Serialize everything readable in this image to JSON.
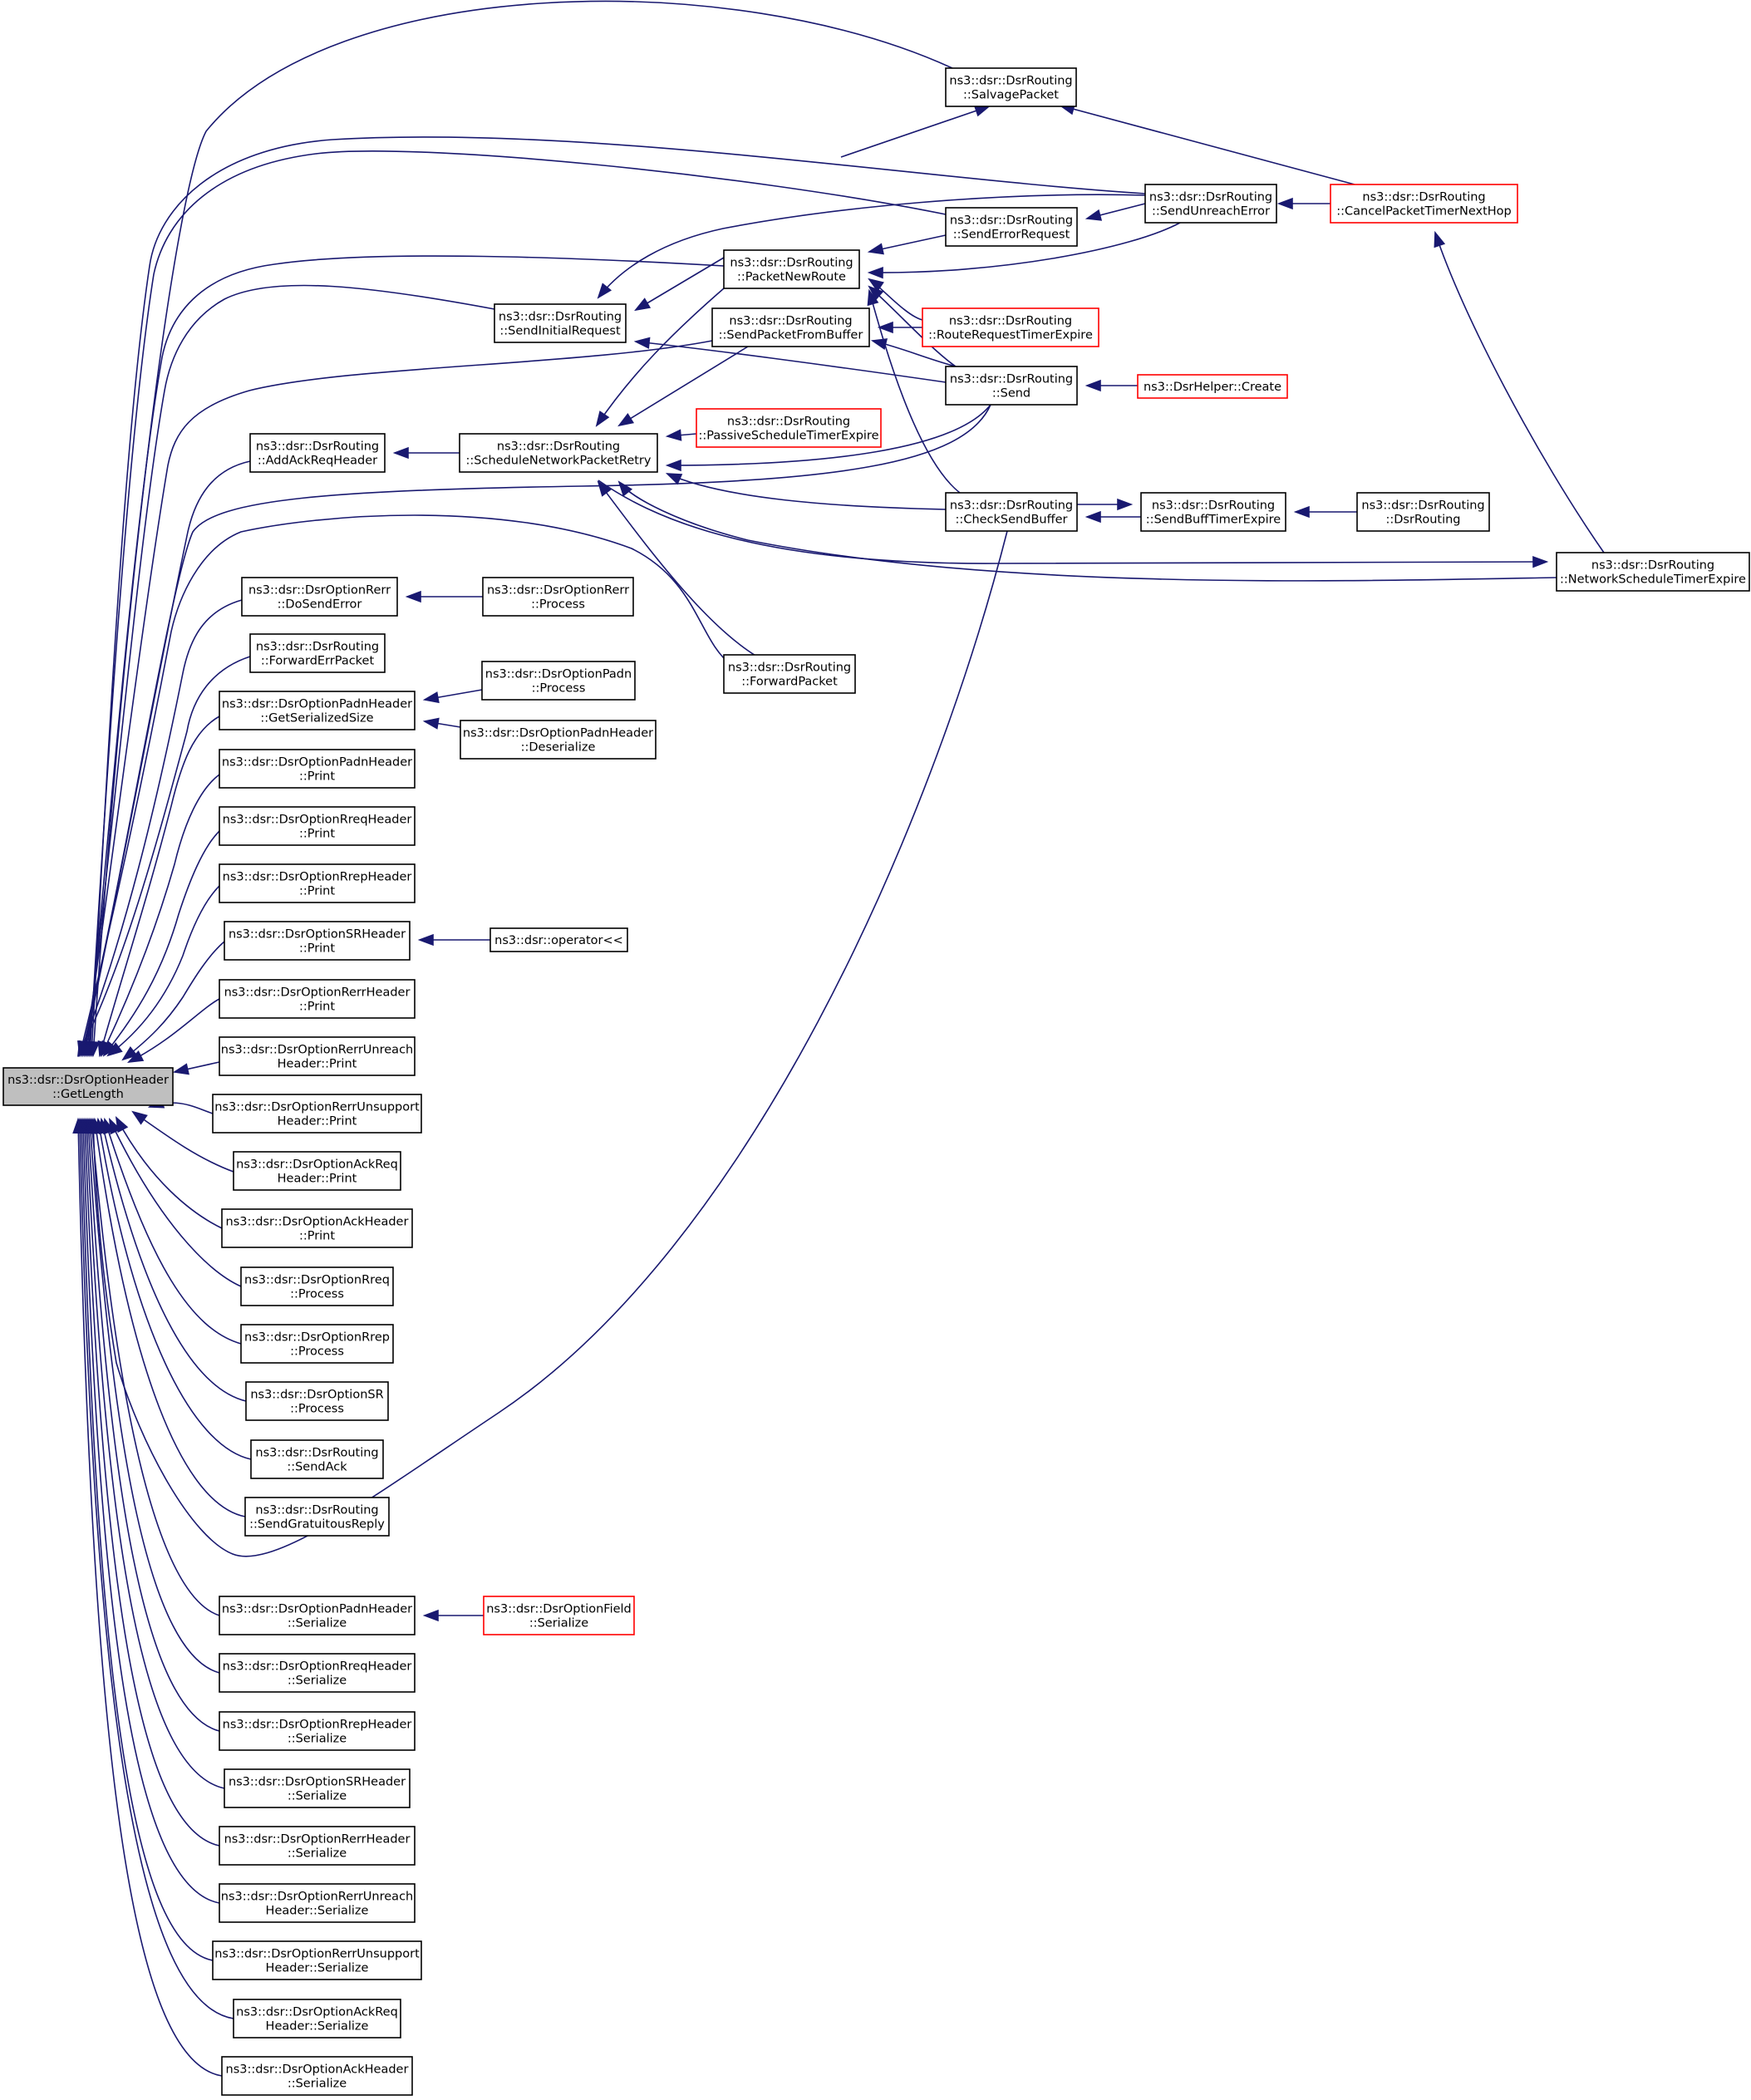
{
  "graph": {
    "title": "",
    "colors": {
      "edge": "#191970",
      "node_border": "#000000",
      "node_border_link": "#ff0000",
      "root_fill": "#bfbfbf"
    },
    "nodes": [
      {
        "id": "root",
        "lines": [
          "ns3::dsr::DsrOptionHeader",
          "::GetLength"
        ],
        "style": "root"
      },
      {
        "id": "salvage",
        "lines": [
          "ns3::dsr::DsrRouting",
          "::SalvagePacket"
        ]
      },
      {
        "id": "unreach",
        "lines": [
          "ns3::dsr::DsrRouting",
          "::SendUnreachError"
        ]
      },
      {
        "id": "cancel",
        "lines": [
          "ns3::dsr::DsrRouting",
          "::CancelPacketTimerNextHop"
        ],
        "style": "red"
      },
      {
        "id": "senderr",
        "lines": [
          "ns3::dsr::DsrRouting",
          "::SendErrorRequest"
        ]
      },
      {
        "id": "pnr",
        "lines": [
          "ns3::dsr::DsrRouting",
          "::PacketNewRoute"
        ]
      },
      {
        "id": "sir",
        "lines": [
          "ns3::dsr::DsrRouting",
          "::SendInitialRequest"
        ]
      },
      {
        "id": "spfb",
        "lines": [
          "ns3::dsr::DsrRouting",
          "::SendPacketFromBuffer"
        ]
      },
      {
        "id": "rrte",
        "lines": [
          "ns3::dsr::DsrRouting",
          "::RouteRequestTimerExpire"
        ],
        "style": "red"
      },
      {
        "id": "send",
        "lines": [
          "ns3::dsr::DsrRouting",
          "::Send"
        ]
      },
      {
        "id": "create",
        "lines": [
          "ns3::DsrHelper::Create"
        ],
        "style": "red"
      },
      {
        "id": "addack",
        "lines": [
          "ns3::dsr::DsrRouting",
          "::AddAckReqHeader"
        ]
      },
      {
        "id": "snpr",
        "lines": [
          "ns3::dsr::DsrRouting",
          "::ScheduleNetworkPacketRetry"
        ]
      },
      {
        "id": "pste",
        "lines": [
          "ns3::dsr::DsrRouting",
          "::PassiveScheduleTimerExpire"
        ],
        "style": "red"
      },
      {
        "id": "csb",
        "lines": [
          "ns3::dsr::DsrRouting",
          "::CheckSendBuffer"
        ]
      },
      {
        "id": "sbte",
        "lines": [
          "ns3::dsr::DsrRouting",
          "::SendBuffTimerExpire"
        ]
      },
      {
        "id": "dsrr",
        "lines": [
          "ns3::dsr::DsrRouting",
          "::DsrRouting"
        ]
      },
      {
        "id": "nste",
        "lines": [
          "ns3::dsr::DsrRouting",
          "::NetworkScheduleTimerExpire"
        ]
      },
      {
        "id": "dosenderr",
        "lines": [
          "ns3::dsr::DsrOptionRerr",
          "::DoSendError"
        ]
      },
      {
        "id": "rerrproc",
        "lines": [
          "ns3::dsr::DsrOptionRerr",
          "::Process"
        ]
      },
      {
        "id": "fwderr",
        "lines": [
          "ns3::dsr::DsrRouting",
          "::ForwardErrPacket"
        ]
      },
      {
        "id": "fwdpkt",
        "lines": [
          "ns3::dsr::DsrRouting",
          "::ForwardPacket"
        ]
      },
      {
        "id": "padngss",
        "lines": [
          "ns3::dsr::DsrOptionPadnHeader",
          "::GetSerializedSize"
        ]
      },
      {
        "id": "padnproc",
        "lines": [
          "ns3::dsr::DsrOptionPadn",
          "::Process"
        ]
      },
      {
        "id": "padndeser",
        "lines": [
          "ns3::dsr::DsrOptionPadnHeader",
          "::Deserialize"
        ]
      },
      {
        "id": "padnprint",
        "lines": [
          "ns3::dsr::DsrOptionPadnHeader",
          "::Print"
        ]
      },
      {
        "id": "rreqprint",
        "lines": [
          "ns3::dsr::DsrOptionRreqHeader",
          "::Print"
        ]
      },
      {
        "id": "rrepprint",
        "lines": [
          "ns3::dsr::DsrOptionRrepHeader",
          "::Print"
        ]
      },
      {
        "id": "srprint",
        "lines": [
          "ns3::dsr::DsrOptionSRHeader",
          "::Print"
        ]
      },
      {
        "id": "oplt",
        "lines": [
          "ns3::dsr::operator<<"
        ]
      },
      {
        "id": "rerrprint",
        "lines": [
          "ns3::dsr::DsrOptionRerrHeader",
          "::Print"
        ]
      },
      {
        "id": "rerrunrprint",
        "lines": [
          "ns3::dsr::DsrOptionRerrUnreach",
          "Header::Print"
        ]
      },
      {
        "id": "rerrunsprint",
        "lines": [
          "ns3::dsr::DsrOptionRerrUnsupport",
          "Header::Print"
        ]
      },
      {
        "id": "ackreqprint",
        "lines": [
          "ns3::dsr::DsrOptionAckReq",
          "Header::Print"
        ]
      },
      {
        "id": "ackprint",
        "lines": [
          "ns3::dsr::DsrOptionAckHeader",
          "::Print"
        ]
      },
      {
        "id": "rreqproc",
        "lines": [
          "ns3::dsr::DsrOptionRreq",
          "::Process"
        ]
      },
      {
        "id": "rrepproc",
        "lines": [
          "ns3::dsr::DsrOptionRrep",
          "::Process"
        ]
      },
      {
        "id": "srproc",
        "lines": [
          "ns3::dsr::DsrOptionSR",
          "::Process"
        ]
      },
      {
        "id": "sendack",
        "lines": [
          "ns3::dsr::DsrRouting",
          "::SendAck"
        ]
      },
      {
        "id": "sgr",
        "lines": [
          "ns3::dsr::DsrRouting",
          "::SendGratuitousReply"
        ]
      },
      {
        "id": "padnser",
        "lines": [
          "ns3::dsr::DsrOptionPadnHeader",
          "::Serialize"
        ]
      },
      {
        "id": "fieldser",
        "lines": [
          "ns3::dsr::DsrOptionField",
          "::Serialize"
        ],
        "style": "red"
      },
      {
        "id": "rreqser",
        "lines": [
          "ns3::dsr::DsrOptionRreqHeader",
          "::Serialize"
        ]
      },
      {
        "id": "rrepser",
        "lines": [
          "ns3::dsr::DsrOptionRrepHeader",
          "::Serialize"
        ]
      },
      {
        "id": "srser",
        "lines": [
          "ns3::dsr::DsrOptionSRHeader",
          "::Serialize"
        ]
      },
      {
        "id": "rerrser",
        "lines": [
          "ns3::dsr::DsrOptionRerrHeader",
          "::Serialize"
        ]
      },
      {
        "id": "rerrunrser",
        "lines": [
          "ns3::dsr::DsrOptionRerrUnreach",
          "Header::Serialize"
        ]
      },
      {
        "id": "rerrunsser",
        "lines": [
          "ns3::dsr::DsrOptionRerrUnsupport",
          "Header::Serialize"
        ]
      },
      {
        "id": "ackreqser",
        "lines": [
          "ns3::dsr::DsrOptionAckReq",
          "Header::Serialize"
        ]
      },
      {
        "id": "ackser",
        "lines": [
          "ns3::dsr::DsrOptionAckHeader",
          "::Serialize"
        ]
      }
    ],
    "edges": [
      {
        "from": "salvage",
        "to": "root"
      },
      {
        "from": "unreach",
        "to": "root"
      },
      {
        "from": "senderr",
        "to": "root"
      },
      {
        "from": "pnr",
        "to": "root"
      },
      {
        "from": "sir",
        "to": "root"
      },
      {
        "from": "spfb",
        "to": "root"
      },
      {
        "from": "addack",
        "to": "root"
      },
      {
        "from": "send",
        "to": "root"
      },
      {
        "from": "fwdpkt",
        "to": "root"
      },
      {
        "from": "dosenderr",
        "to": "root"
      },
      {
        "from": "fwderr",
        "to": "root"
      },
      {
        "from": "padngss",
        "to": "root"
      },
      {
        "from": "padnprint",
        "to": "root"
      },
      {
        "from": "rreqprint",
        "to": "root"
      },
      {
        "from": "rrepprint",
        "to": "root"
      },
      {
        "from": "srprint",
        "to": "root"
      },
      {
        "from": "rerrprint",
        "to": "root"
      },
      {
        "from": "rerrunrprint",
        "to": "root"
      },
      {
        "from": "rerrunsprint",
        "to": "root"
      },
      {
        "from": "ackreqprint",
        "to": "root"
      },
      {
        "from": "ackprint",
        "to": "root"
      },
      {
        "from": "rreqproc",
        "to": "root"
      },
      {
        "from": "rrepproc",
        "to": "root"
      },
      {
        "from": "srproc",
        "to": "root"
      },
      {
        "from": "sendack",
        "to": "root"
      },
      {
        "from": "sgr",
        "to": "root"
      },
      {
        "from": "csb",
        "to": "root"
      },
      {
        "from": "padnser",
        "to": "root"
      },
      {
        "from": "rreqser",
        "to": "root"
      },
      {
        "from": "rrepser",
        "to": "root"
      },
      {
        "from": "srser",
        "to": "root"
      },
      {
        "from": "rerrser",
        "to": "root"
      },
      {
        "from": "rerrunrser",
        "to": "root"
      },
      {
        "from": "rerrunsser",
        "to": "root"
      },
      {
        "from": "ackreqser",
        "to": "root"
      },
      {
        "from": "ackser",
        "to": "root"
      },
      {
        "from": "cancel",
        "to": "salvage"
      },
      {
        "from": "pnr",
        "to": "salvage"
      },
      {
        "from": "cancel",
        "to": "unreach"
      },
      {
        "from": "unreach",
        "to": "senderr"
      },
      {
        "from": "senderr",
        "to": "pnr"
      },
      {
        "from": "unreach",
        "to": "pnr"
      },
      {
        "from": "rrte",
        "to": "pnr"
      },
      {
        "from": "send",
        "to": "pnr"
      },
      {
        "from": "csb",
        "to": "pnr"
      },
      {
        "from": "pnr",
        "to": "sir"
      },
      {
        "from": "unreach",
        "to": "sir"
      },
      {
        "from": "send",
        "to": "sir"
      },
      {
        "from": "rrte",
        "to": "spfb"
      },
      {
        "from": "send",
        "to": "spfb"
      },
      {
        "from": "create",
        "to": "send"
      },
      {
        "from": "snpr",
        "to": "addack"
      },
      {
        "from": "pnr",
        "to": "snpr"
      },
      {
        "from": "spfb",
        "to": "snpr"
      },
      {
        "from": "pste",
        "to": "snpr"
      },
      {
        "from": "send",
        "to": "snpr"
      },
      {
        "from": "csb",
        "to": "snpr"
      },
      {
        "from": "nste",
        "to": "snpr"
      },
      {
        "from": "fwdpkt",
        "to": "snpr"
      },
      {
        "from": "sbte",
        "to": "csb"
      },
      {
        "from": "csb",
        "to": "sbte"
      },
      {
        "from": "dsrr",
        "to": "sbte"
      },
      {
        "from": "snpr",
        "to": "nste"
      },
      {
        "from": "cancel",
        "to": "nste"
      },
      {
        "from": "rerrproc",
        "to": "dosenderr"
      },
      {
        "from": "padnproc",
        "to": "padngss"
      },
      {
        "from": "padndeser",
        "to": "padngss"
      },
      {
        "from": "oplt",
        "to": "srprint"
      },
      {
        "from": "fieldser",
        "to": "padnser"
      }
    ]
  }
}
